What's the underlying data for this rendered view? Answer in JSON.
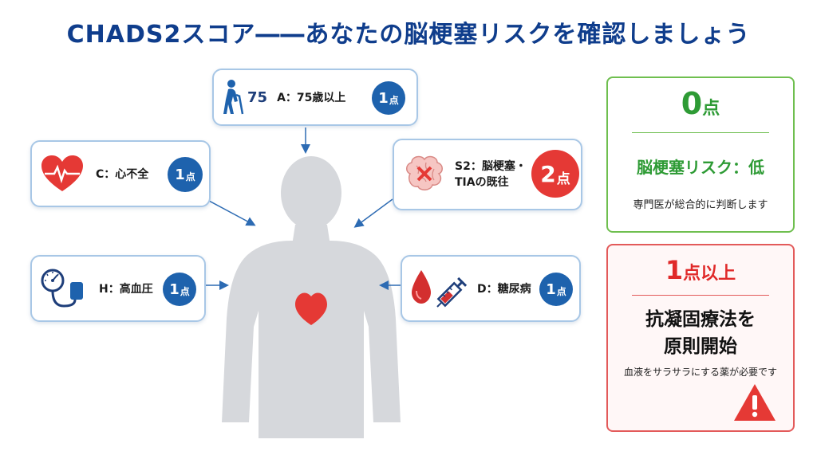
{
  "title": "CHADS2スコア――あなたの脳梗塞リスクを確認しましょう",
  "factors": {
    "age": {
      "number": "75",
      "label": "A：75歳以上",
      "points": "1",
      "unit": "点"
    },
    "chf": {
      "label": "C：心不全",
      "points": "1",
      "unit": "点"
    },
    "stroke": {
      "label_line1": "S2：脳梗塞・",
      "label_line2": "TIAの既往",
      "points": "2",
      "unit": "点"
    },
    "hypertension": {
      "label": "H：高血圧",
      "points": "1",
      "unit": "点"
    },
    "diabetes": {
      "label": "D：糖尿病",
      "points": "1",
      "unit": "点"
    }
  },
  "low_risk": {
    "score": "0",
    "unit": "点",
    "risk": "脳梗塞リスク：低",
    "note": "専門医が総合的に判断します"
  },
  "high_risk": {
    "score": "1",
    "unit": "点以上",
    "line1": "抗凝固療法を",
    "line2": "原則開始",
    "note": "血液をサラサラにする薬が必要です"
  },
  "colors": {
    "title": "#0f3d8c",
    "badge_blue": "#1e62ad",
    "badge_red": "#e53935",
    "low_green": "#2e9b35",
    "high_red": "#e02a2a",
    "card_border": "#a8c7e6",
    "silhouette": "#d6d8dc"
  },
  "icons": {
    "age": "elderly-person-icon",
    "chf": "heart-ecg-icon",
    "stroke": "brain-cross-icon",
    "hypertension": "blood-pressure-gauge-icon",
    "diabetes": "blood-drop-syringe-icon",
    "body": "human-silhouette-icon",
    "warning": "warning-triangle-icon"
  }
}
